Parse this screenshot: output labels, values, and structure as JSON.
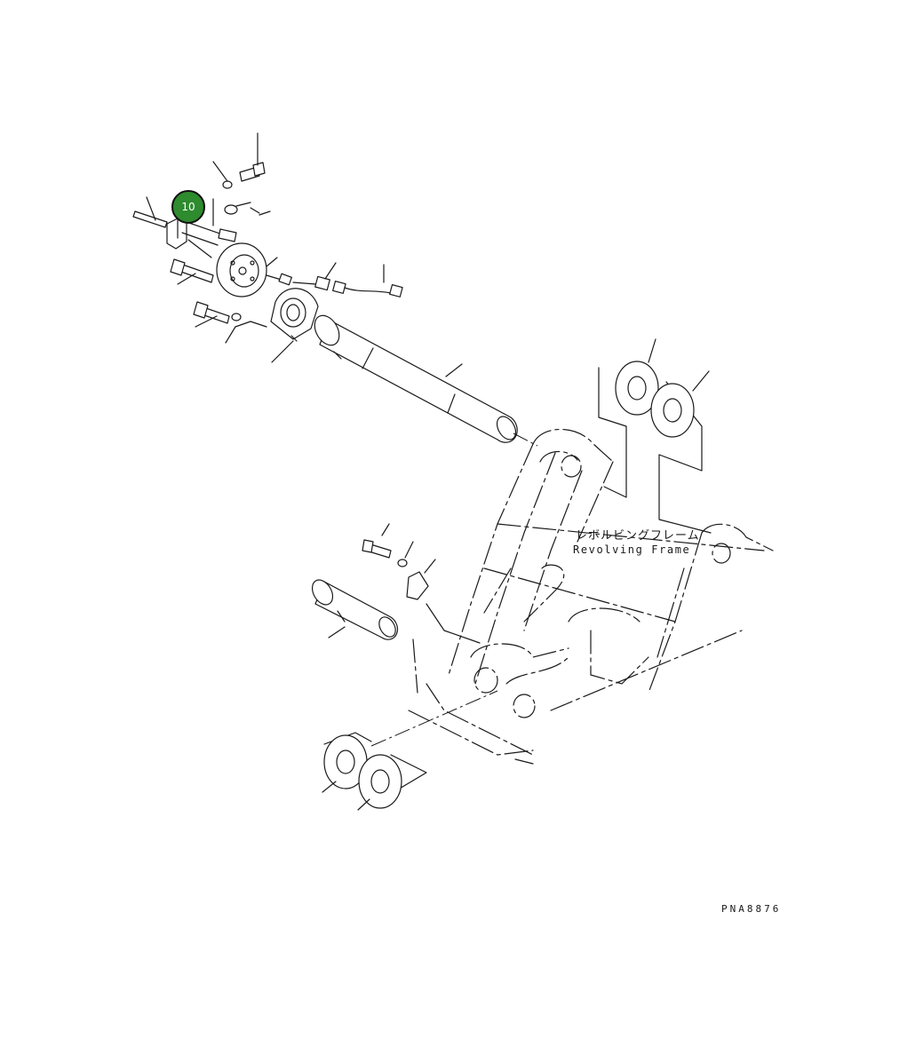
{
  "labels": {
    "revolving_frame_jp": "レボルビングフレーム",
    "revolving_frame_en": "Revolving Frame"
  },
  "callouts": [
    {
      "number": "10",
      "color": "#2e8b2e"
    }
  ],
  "drawing_number": "PNA8876"
}
